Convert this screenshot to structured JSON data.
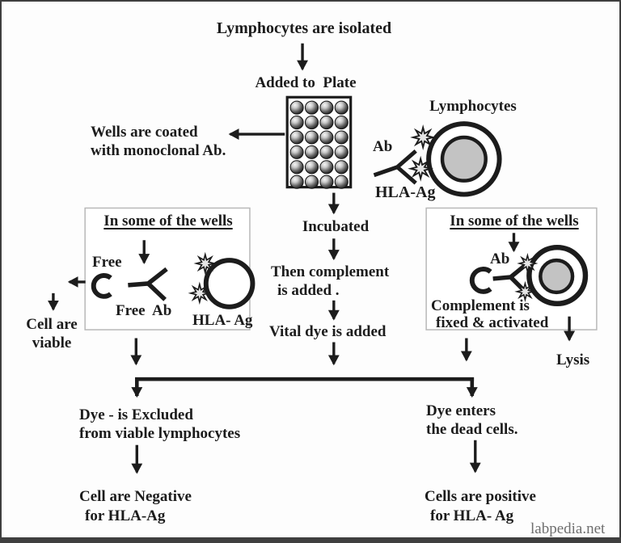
{
  "colors": {
    "background": "#fdfdfd",
    "ink": "#1c1c1c",
    "nucleus_gray": "#c3c3c3",
    "burst_fill": "#e6e6e6",
    "box_border": "#b8b8b8",
    "frame": "#3f3f3f",
    "watermark_gray": "#6e6e6e"
  },
  "flow": {
    "step_isolated": "Lymphocytes are isolated",
    "step_added_to_plate": "Added to  Plate",
    "wells_coated": {
      "line1": "Wells are coated",
      "line2": "with monoclonal Ab."
    },
    "lymphocyte": {
      "label": "Lymphocytes",
      "ab": "Ab",
      "hla_ag": "HLA-Ag"
    },
    "step_incubated": "Incubated",
    "step_complement": {
      "line1": "Then complement",
      "line2": "is added ."
    },
    "step_vital_dye": "Vital dye is added",
    "left_box": {
      "title": "In some of the wells",
      "free": "Free",
      "free_ab": "Free  Ab",
      "hla_ag": "HLA- Ag"
    },
    "cell_viable": {
      "line1": "Cell are",
      "line2": "viable"
    },
    "right_box": {
      "title": "In some of the wells",
      "ab": "Ab",
      "line1": "Complement is",
      "line2": "fixed & activated"
    },
    "lysis": "Lysis",
    "negative": {
      "line1": "Dye - is Excluded",
      "line2": "from viable lymphocytes",
      "result1": "Cell are Negative",
      "result2": "for HLA-Ag"
    },
    "positive": {
      "line1": "Dye enters",
      "line2": "the dead cells.",
      "result1": "Cells are positive",
      "result2": "for HLA- Ag"
    },
    "watermark": "labpedia.net"
  }
}
